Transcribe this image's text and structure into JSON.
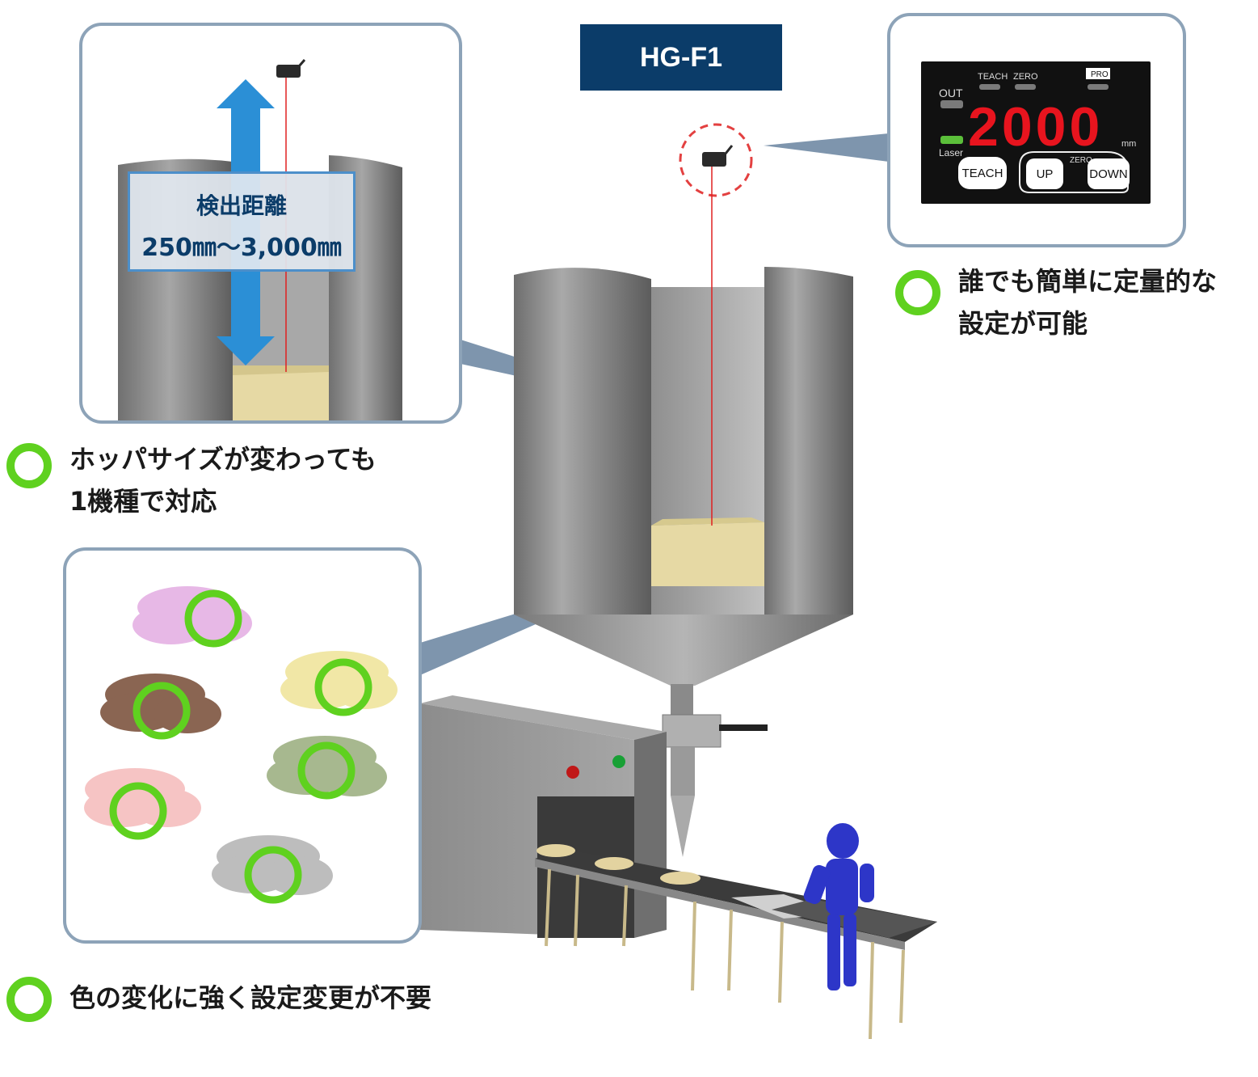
{
  "title": "HG-F1",
  "distance": {
    "label": "検出距離",
    "range": "250㎜〜3,000㎜"
  },
  "display": {
    "out": "OUT",
    "teach_label": "TEACH",
    "zero_label": "ZERO",
    "pro": "PRO",
    "value": "2000",
    "unit": "mm",
    "laser": "Laser",
    "teach_button": "TEACH",
    "zero_small": "ZERO",
    "up_button": "UP",
    "down_button": "DOWN"
  },
  "features": {
    "setting_line1": "誰でも簡単に定量的な",
    "setting_line2": "設定が可能",
    "hopper_line1": "ホッパサイズが変わっても",
    "hopper_line2": "1機種で対応",
    "color": "色の変化に強く設定変更が不要"
  },
  "colors": {
    "title_bg": "#0b3c69",
    "ring": "#5fd11f",
    "panel_border": "#8da3b8",
    "arrow": "#2b8fd6",
    "laser": "#e02020",
    "segment": "#e8141e"
  }
}
